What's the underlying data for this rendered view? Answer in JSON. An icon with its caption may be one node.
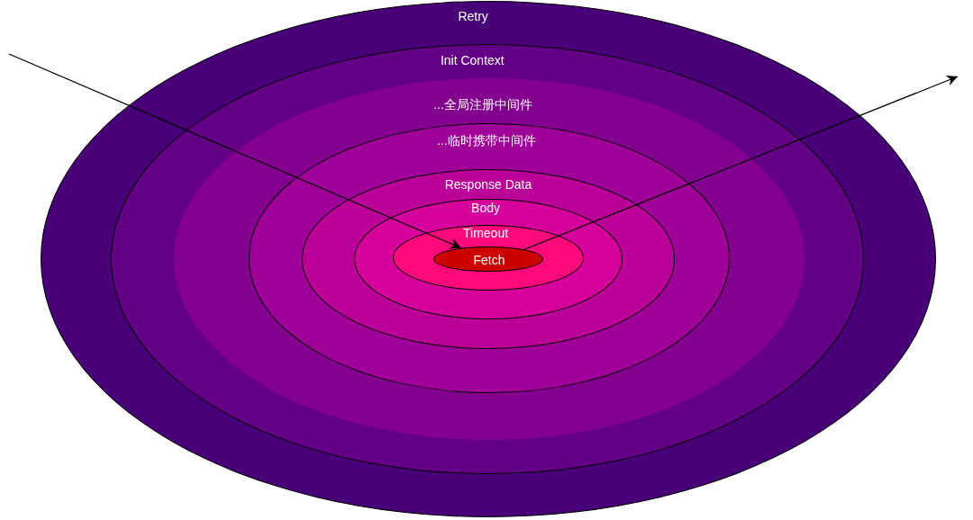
{
  "diagram": {
    "nodes": [
      {
        "text": [
          "Retry"
        ]
      },
      {
        "text": [
          "Init Context"
        ],
        "in": 0
      },
      {
        "text": [
          "...全局注册中间件"
        ],
        "in": 1
      },
      {
        "text": [
          "...临时携带中间件"
        ],
        "in": 2
      },
      {
        "text": [
          "Response Data"
        ],
        "in": 3
      },
      {
        "text": [
          "Body"
        ],
        "in": 4
      },
      {
        "text": [
          "Timeout"
        ],
        "in": 5
      },
      {
        "text": [
          "Fetch"
        ],
        "in": 6
      }
    ],
    "edges": [
      {
        "from": null,
        "to": 7,
        "arrow": "to"
      },
      {
        "from": 7,
        "to": null,
        "arrow": "to"
      }
    ]
  }
}
